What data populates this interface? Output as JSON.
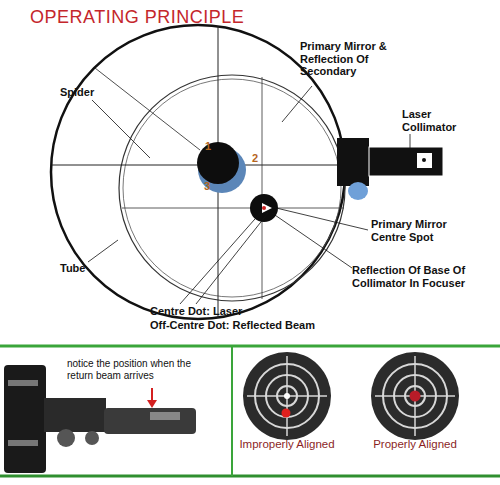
{
  "diagram": {
    "title": "OPERATING PRINCIPLE",
    "nodes": [
      {
        "text": [
          "notice the position when the return beam arrives"
        ]
      },
      {
        "text": [
          "Improperly Aligned"
        ]
      },
      {
        "text": [
          "Properly Aligned"
        ]
      }
    ],
    "labels": [
      "Spider",
      "Primary Mirror & Reflection Of Secondary",
      "Laser Collimator",
      "1",
      "2",
      "3",
      "Primary Mirror Centre Spot",
      "Reflection Of Base Of Collimator In Focuser",
      "Tube",
      "Centre Dot: Laser",
      "Off-Centre Dot: Reflected Beam"
    ]
  }
}
